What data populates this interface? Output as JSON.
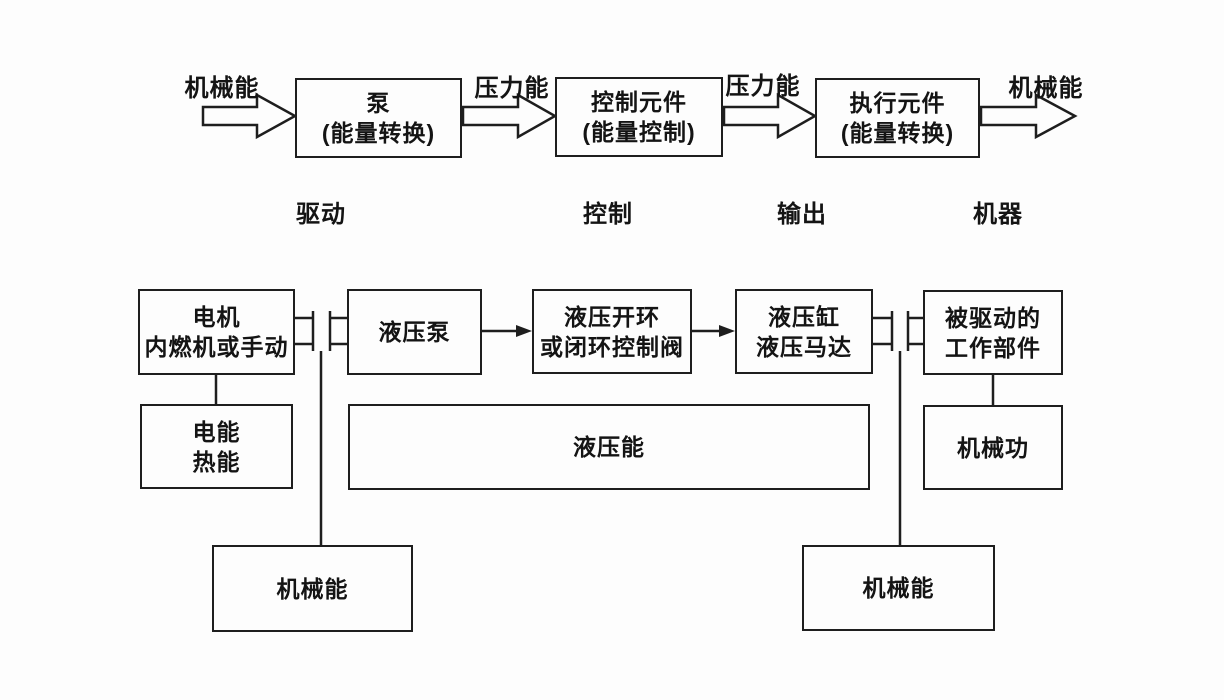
{
  "colors": {
    "ink": "#1e1e1e",
    "background": "#fdfdfd"
  },
  "top_flow": {
    "input_label": "机械能",
    "pump_box": {
      "line1": "泵",
      "line2": "(能量转换)"
    },
    "pressure_label_1": "压力能",
    "control_box": {
      "line1": "控制元件",
      "line2": "(能量控制)"
    },
    "pressure_label_2": "压力能",
    "actuator_box": {
      "line1": "执行元件",
      "line2": "(能量转换)"
    },
    "output_label": "机械能"
  },
  "stage_labels": {
    "drive": "驱动",
    "control": "控制",
    "output": "输出",
    "machine": "机器"
  },
  "component_row": {
    "prime_mover_box": {
      "line1": "电机",
      "line2": "内燃机或手动"
    },
    "hydraulic_pump_box": {
      "line1": "液压泵"
    },
    "valve_box": {
      "line1": "液压开环",
      "line2": "或闭环控制阀"
    },
    "hydraulic_actuator_box": {
      "line1": "液压缸",
      "line2": "液压马达"
    },
    "driven_parts_box": {
      "line1": "被驱动的",
      "line2": "工作部件"
    }
  },
  "energy_row": {
    "electric_heat_box": {
      "line1": "电能",
      "line2": "热能"
    },
    "hydraulic_energy_box": {
      "line1": "液压能"
    },
    "mechanical_work_box": {
      "line1": "机械功"
    }
  },
  "bottom_row": {
    "mech_energy_left_box": {
      "line1": "机械能"
    },
    "mech_energy_right_box": {
      "line1": "机械能"
    }
  }
}
